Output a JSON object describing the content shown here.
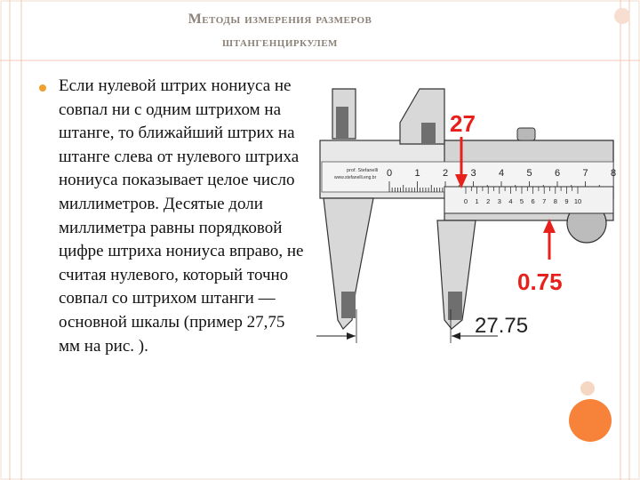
{
  "slide": {
    "title_line1": "Методы измерения размеров",
    "title_line2": "штангенциркулем",
    "body": "Если нулевой штрих нониуса не совпал ни с одним штрихом на штанге, то ближайший штрих на штанге слева от нулевого штриха нониуса показывает целое число миллиметров. Десятые доли миллиметра равны порядковой цифре штриха нониуса вправо, не считая нулевого, который точно совпал со штрихом штанги — основной шкалы (пример 27,75 мм на рис. )."
  },
  "figure": {
    "label_whole": "27",
    "label_fraction": "0.75",
    "label_total": "27.75",
    "brand_line1": "prof. Stefanelli",
    "brand_line2": "www.stefanelli.eng.br",
    "main_scale_numbers": [
      "0",
      "1",
      "2",
      "3",
      "4",
      "5",
      "6",
      "7",
      "8"
    ],
    "vernier_numbers": [
      "0",
      "1",
      "2",
      "3",
      "4",
      "5",
      "6",
      "7",
      "8",
      "9",
      "10"
    ],
    "accent_color": "#e8201c"
  }
}
